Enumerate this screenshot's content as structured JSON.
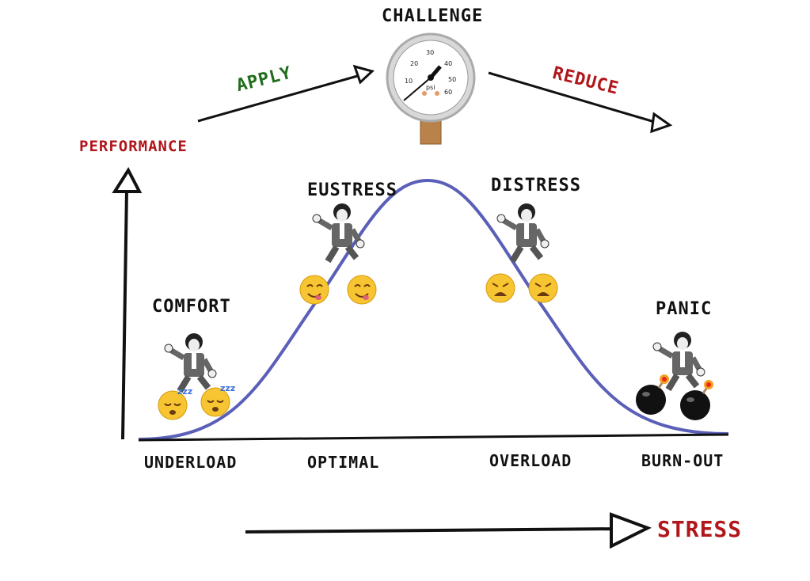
{
  "title": "CHALLENGE",
  "gauge": {
    "ticks": [
      "10",
      "20",
      "30",
      "40",
      "50",
      "60"
    ],
    "unit": "psi"
  },
  "arrows": {
    "apply": "APPLY",
    "reduce": "REDUCE"
  },
  "axes": {
    "y_label": "PERFORMANCE",
    "x_label": "STRESS"
  },
  "zones": [
    {
      "state": "COMFORT",
      "region": "UNDERLOAD",
      "emoji": "sleeping-face"
    },
    {
      "state": "EUSTRESS",
      "region": "OPTIMAL",
      "emoji": "yum-face"
    },
    {
      "state": "DISTRESS",
      "region": "OVERLOAD",
      "emoji": "weary-face"
    },
    {
      "state": "PANIC",
      "region": "BURN-OUT",
      "emoji": "bomb"
    }
  ],
  "colors": {
    "curve": "#5a5fb8",
    "red": "#b0161a",
    "green": "#1f6e1c"
  }
}
